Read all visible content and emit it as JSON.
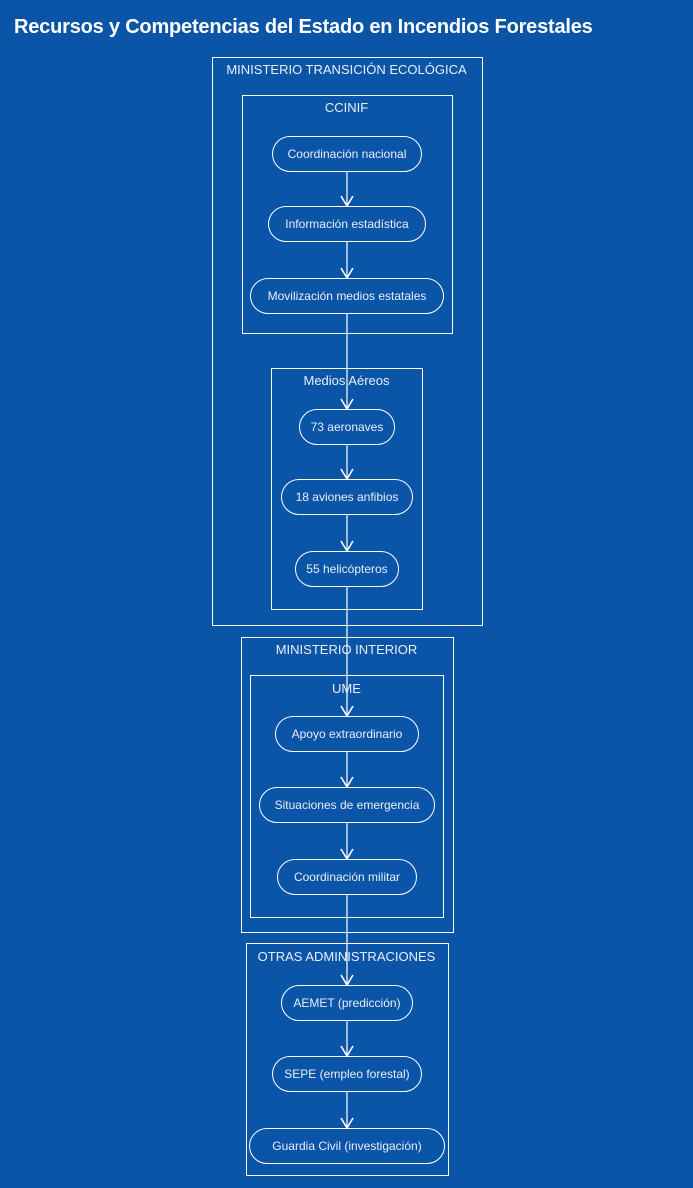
{
  "title": "Recursos y Competencias del Estado en Incendios Forestales",
  "theme": {
    "background": "#0B55A8",
    "stroke": "#FFFFFF",
    "text": "#E9EEF5",
    "title_text": "#FFFFFF"
  },
  "diagram": {
    "type": "flowchart",
    "direction": "top-to-bottom",
    "subgraphs": [
      {
        "id": "transicion",
        "label": "MINISTERIO TRANSICIÓN ECOLÓGICA",
        "subgraphs": [
          {
            "id": "ccinif",
            "label": "CCINIF",
            "nodes": [
              {
                "id": "coordinacion-nacional",
                "label": "Coordinación nacional"
              },
              {
                "id": "informacion-estadistica",
                "label": "Información estadística"
              },
              {
                "id": "movilizacion-medios",
                "label": "Movilización medios estatales"
              }
            ]
          },
          {
            "id": "aereos",
            "label": "Medios Aéreos",
            "nodes": [
              {
                "id": "73-aeronaves",
                "label": "73 aeronaves"
              },
              {
                "id": "18-aviones-anfibios",
                "label": "18 aviones anfibios"
              },
              {
                "id": "55-helicopteros",
                "label": "55 helicópteros"
              }
            ]
          }
        ]
      },
      {
        "id": "interior",
        "label": "MINISTERIO INTERIOR",
        "subgraphs": [
          {
            "id": "ume",
            "label": "UME",
            "nodes": [
              {
                "id": "apoyo-extraordinario",
                "label": "Apoyo extraordinario"
              },
              {
                "id": "situaciones-emergencia",
                "label": "Situaciones de emergencia"
              },
              {
                "id": "coordinacion-militar",
                "label": "Coordinación militar"
              }
            ]
          }
        ]
      },
      {
        "id": "otras",
        "label": "OTRAS ADMINISTRACIONES",
        "nodes": [
          {
            "id": "aemet",
            "label": "AEMET (predicción)"
          },
          {
            "id": "sepe",
            "label": "SEPE (empleo forestal)"
          },
          {
            "id": "guardia-civil",
            "label": "Guardia Civil (investigación)"
          }
        ]
      }
    ],
    "edges": [
      {
        "from": "coordinacion-nacional",
        "to": "informacion-estadistica"
      },
      {
        "from": "informacion-estadistica",
        "to": "movilizacion-medios"
      },
      {
        "from": "movilizacion-medios",
        "to": "73-aeronaves"
      },
      {
        "from": "73-aeronaves",
        "to": "18-aviones-anfibios"
      },
      {
        "from": "18-aviones-anfibios",
        "to": "55-helicopteros"
      },
      {
        "from": "55-helicopteros",
        "to": "apoyo-extraordinario"
      },
      {
        "from": "apoyo-extraordinario",
        "to": "situaciones-emergencia"
      },
      {
        "from": "situaciones-emergencia",
        "to": "coordinacion-militar"
      },
      {
        "from": "coordinacion-militar",
        "to": "aemet"
      },
      {
        "from": "aemet",
        "to": "sepe"
      },
      {
        "from": "sepe",
        "to": "guardia-civil"
      }
    ]
  }
}
